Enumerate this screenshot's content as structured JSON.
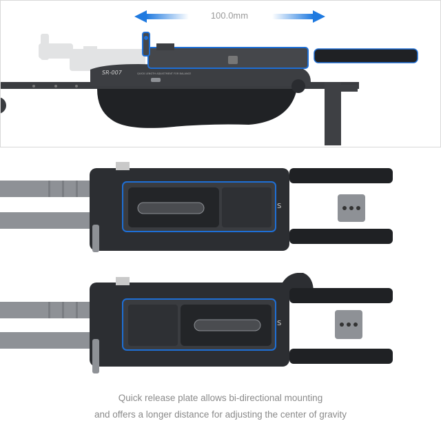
{
  "measurement": {
    "label": "100.0mm"
  },
  "device": {
    "model_marking": "SR-007",
    "engraving": "QUICK LENGTH ADJUSTMENT FOR BALANCE",
    "plate_marking": "S"
  },
  "caption": {
    "line1": "Quick release plate allows bi-directional mounting",
    "line2": "and offers a longer distance for adjusting the center of gravity"
  },
  "colors": {
    "highlight": "#1e6fd6",
    "arrow": "#1f7ae0",
    "body": "#3c3e42",
    "grip": "#26282b",
    "rail": "#8e9196"
  }
}
